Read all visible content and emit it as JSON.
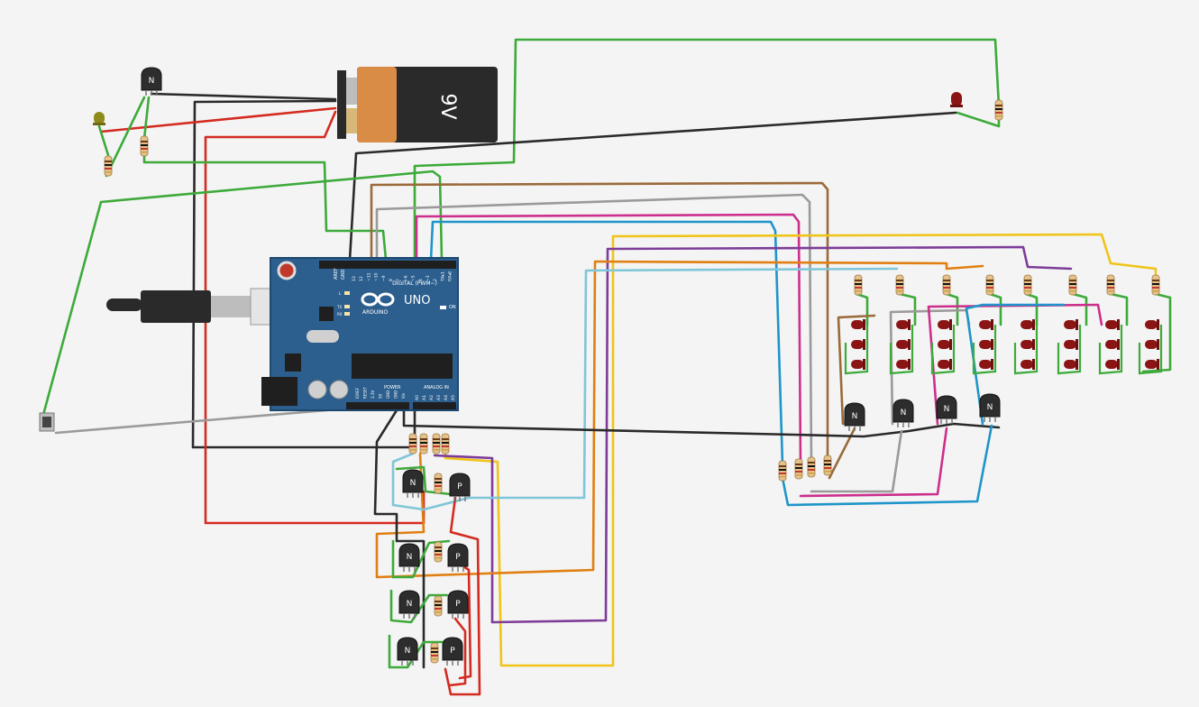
{
  "battery": {
    "label": "9V"
  },
  "arduino": {
    "brand": "ARDUINO",
    "model": "UNO",
    "digital_header": "DIGITAL (PWM~)",
    "power_header": "POWER",
    "analog_header": "ANALOG IN",
    "on_label": "ON",
    "led_l": "L",
    "led_tx": "TX",
    "led_rx": "RX",
    "aref": "AREF",
    "gnd": "GND",
    "digital_pins": [
      "13",
      "12",
      "~11",
      "~10",
      "~9",
      "8",
      "7",
      "~6",
      "~5",
      "4",
      "~3",
      "2",
      "TX▸1",
      "RX◂0"
    ],
    "power_pins": [
      "IOREF",
      "RESET",
      "3.3V",
      "5V",
      "GND",
      "GND",
      "Vin"
    ],
    "analog_pins": [
      "A0",
      "A1",
      "A2",
      "A3",
      "A4",
      "A5"
    ]
  },
  "transistors": {
    "npn_label": "N",
    "pnp_label": "P"
  },
  "colors": {
    "background": "#f4f4f4",
    "board": "#2c5f8e",
    "board_edge": "#1d4870",
    "wire_green": "#3daa3a",
    "wire_red": "#d42b20",
    "wire_black": "#2a2a2a",
    "wire_brown": "#9a6a3a",
    "wire_gray": "#9a9a9a",
    "wire_magenta": "#cc2f8c",
    "wire_cyan": "#1f95c9",
    "wire_lightblue": "#7fc6d8",
    "wire_orange": "#e07f12",
    "wire_purple": "#7d3c98",
    "wire_yellow": "#f0c419",
    "led_red": "#8b1515",
    "led_yellow": "#8f8a1a",
    "battery_body": "#d98c45",
    "battery_cap": "#2a2a2a"
  },
  "icons": [
    "arduino-infinity-logo",
    "usb-cable-icon",
    "pushbutton-icon"
  ]
}
